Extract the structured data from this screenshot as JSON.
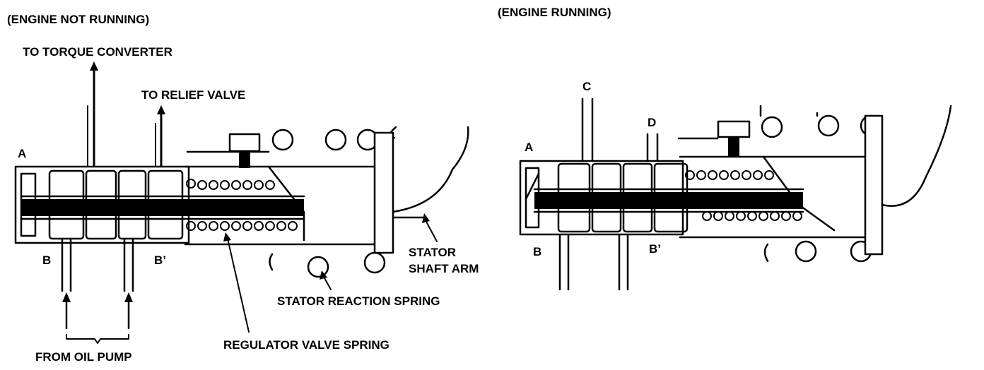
{
  "panels": {
    "not_running": {
      "title": "(ENGINE NOT RUNNING)",
      "labels": {
        "to_torque_converter": "TO TORQUE CONVERTER",
        "to_relief_valve": "TO RELIEF VALVE",
        "port_a": "A",
        "port_b": "B",
        "port_b_prime": "B’",
        "stator_shaft_arm_line1": "STATOR",
        "stator_shaft_arm_line2": "SHAFT ARM",
        "stator_reaction_spring": "STATOR REACTION SPRING",
        "regulator_valve_spring": "REGULATOR VALVE SPRING",
        "from_oil_pump": "FROM OIL PUMP"
      }
    },
    "running": {
      "title": "(ENGINE RUNNING)",
      "labels": {
        "port_a": "A",
        "port_b": "B",
        "port_b_prime": "B’",
        "port_c": "C",
        "port_d": "D"
      }
    }
  },
  "style": {
    "ink": "#000000",
    "paper": "#ffffff"
  }
}
